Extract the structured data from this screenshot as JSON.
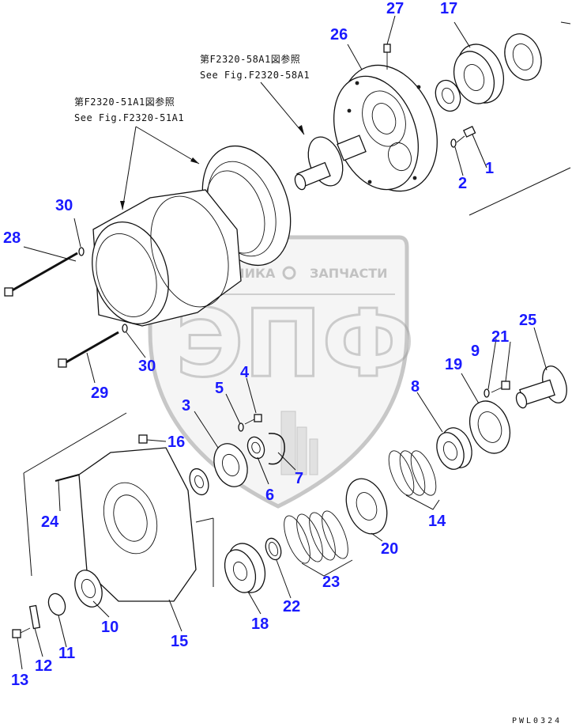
{
  "notes": [
    {
      "jp": "第F2320-58A1図参照",
      "en": "See Fig.F2320-58A1"
    },
    {
      "jp": "第F2320-51A1図参照",
      "en": "See Fig.F2320-51A1"
    }
  ],
  "callouts": [
    "1",
    "2",
    "3",
    "4",
    "5",
    "6",
    "7",
    "8",
    "9",
    "10",
    "11",
    "12",
    "13",
    "14",
    "15",
    "16",
    "17",
    "18",
    "19",
    "20",
    "21",
    "22",
    "23",
    "24",
    "25",
    "26",
    "27",
    "28",
    "29",
    "30",
    "30"
  ],
  "watermark": {
    "top_text": "ТЕХНИКА",
    "top_text_right": "ЗАПЧАСТИ",
    "big_text": "ЭПФ"
  },
  "drawing_code": "PWL0324"
}
